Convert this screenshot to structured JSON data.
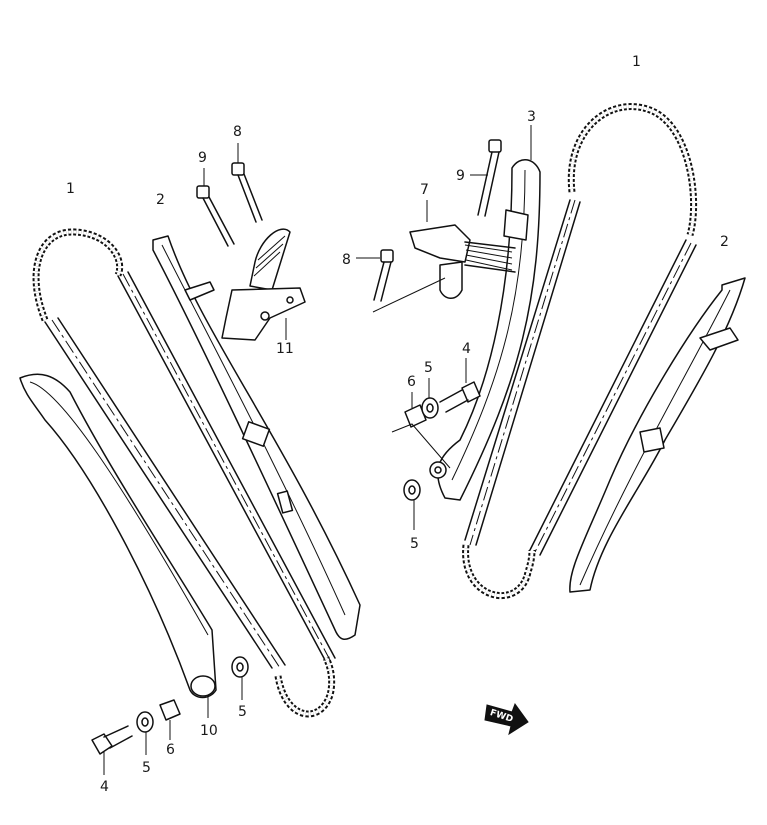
{
  "callouts": {
    "left_chain": "1",
    "left_guide": "2",
    "left_bolt9": "9",
    "left_bolt8": "8",
    "left_tensioner": "11",
    "left_washer5_upper": "5",
    "left_pivot10": "10",
    "left_bolt4": "4",
    "left_washer5_lower": "5",
    "left_spacer6": "6",
    "right_chain": "1",
    "right_guide": "2",
    "right_tensioner_guide": "3",
    "right_bolt9": "9",
    "right_tensioner7": "7",
    "right_bolt8": "8",
    "right_spacer6": "6",
    "right_washer5_upper": "5",
    "right_bolt4": "4",
    "right_washer5_lower": "5"
  },
  "fwd_label": "FWD"
}
